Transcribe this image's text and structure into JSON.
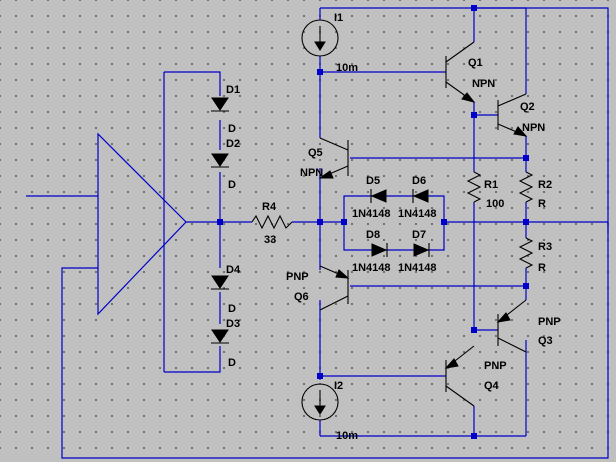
{
  "components": {
    "i1": {
      "name": "I1",
      "value": "10m"
    },
    "i2": {
      "name": "I2",
      "value": "10m"
    },
    "q1": {
      "name": "Q1",
      "type": "NPN"
    },
    "q2": {
      "name": "Q2",
      "type": "NPN"
    },
    "q3": {
      "name": "Q3",
      "type": "PNP"
    },
    "q4": {
      "name": "Q4",
      "type": "PNP"
    },
    "q5": {
      "name": "Q5",
      "type": "NPN"
    },
    "q6": {
      "name": "Q6",
      "type": "PNP"
    },
    "r1": {
      "name": "R1",
      "value": "100"
    },
    "r2": {
      "name": "R2",
      "value": "R"
    },
    "r3": {
      "name": "R3",
      "value": "R"
    },
    "r4": {
      "name": "R4",
      "value": "33"
    },
    "d1": {
      "name": "D1",
      "value": "D"
    },
    "d2": {
      "name": "D2",
      "value": "D"
    },
    "d3": {
      "name": "D3",
      "value": "D"
    },
    "d4": {
      "name": "D4",
      "value": "D"
    },
    "d5": {
      "name": "D5",
      "value": "1N4148"
    },
    "d6": {
      "name": "D6",
      "value": "1N4148"
    },
    "d7": {
      "name": "D7",
      "value": "1N4148"
    },
    "d8": {
      "name": "D8",
      "value": "1N4148"
    }
  }
}
